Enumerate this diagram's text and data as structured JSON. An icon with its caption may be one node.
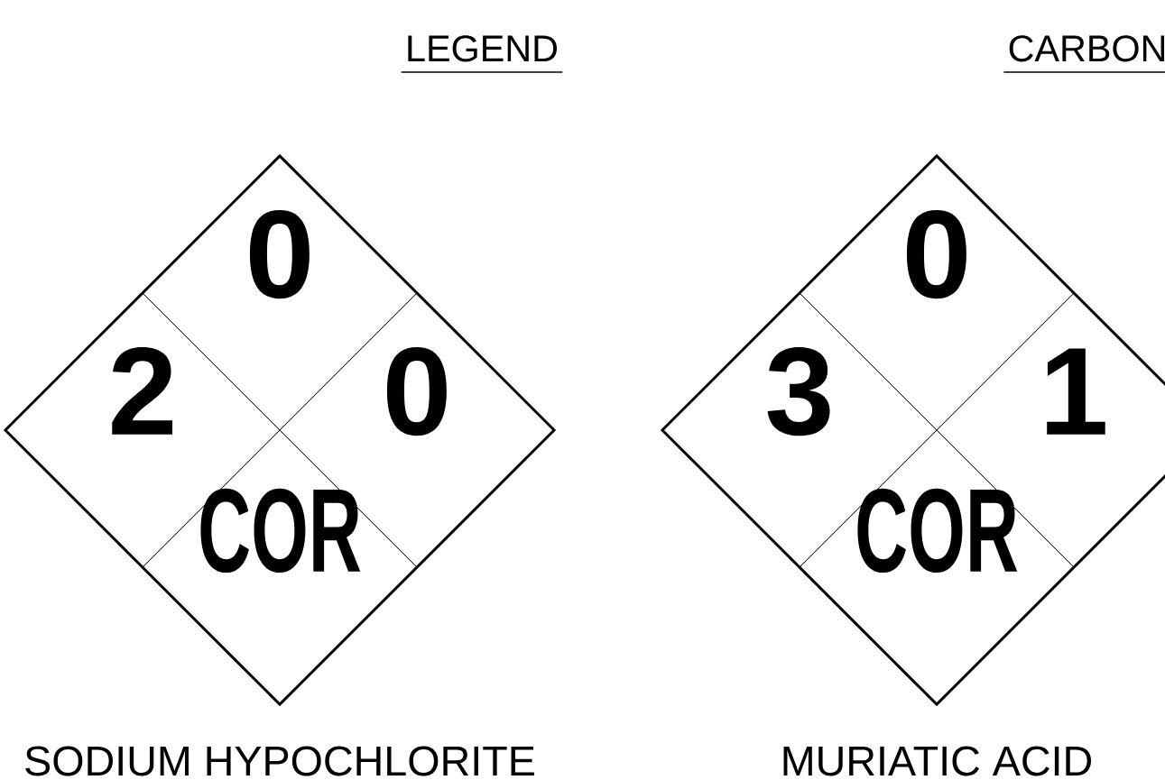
{
  "diagram": {
    "nodes": [
      {
        "text": [],
        "shape": "diamond",
        "beside": [
          "SODIUM HYPOCHLORITE"
        ]
      },
      {
        "text": [
          "0"
        ],
        "in": 0
      },
      {
        "text": [
          "2"
        ],
        "in": 0
      },
      {
        "text": [
          "0"
        ],
        "in": 0
      },
      {
        "text": [
          "COR"
        ],
        "in": 0
      },
      {
        "text": [],
        "shape": "diamond",
        "beside": [
          "MURIATIC ACID"
        ]
      },
      {
        "text": [
          "0"
        ],
        "in": 5
      },
      {
        "text": [
          "3"
        ],
        "in": 5
      },
      {
        "text": [
          "1"
        ],
        "in": 5
      },
      {
        "text": [
          "COR"
        ],
        "in": 5
      }
    ],
    "labels": [
      "LEGEND",
      "CARBON"
    ]
  }
}
